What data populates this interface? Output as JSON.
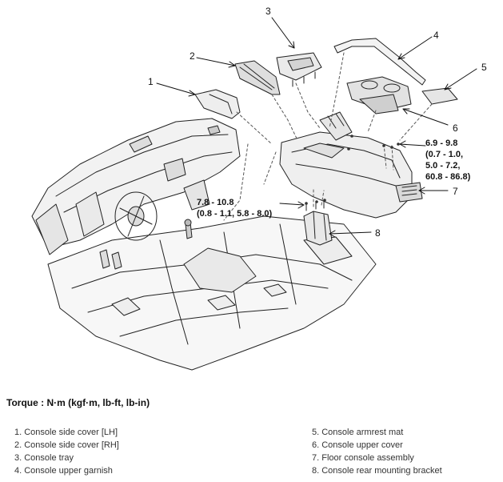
{
  "callouts": [
    "1",
    "2",
    "3",
    "4",
    "5",
    "6",
    "7",
    "8"
  ],
  "torque_notes": {
    "console_bolts": "6.9 - 9.8\n(0.7 - 1.0,\n5.0 - 7.2,\n60.8 - 86.8)",
    "bracket_bolts": "7.8 - 10.8\n(0.8 - 1.1, 5.8 - 8.0)"
  },
  "torque_title": "Torque : N·m (kgf·m, lb-ft, lb-in)",
  "legend": {
    "left": [
      "1. Console side cover [LH]",
      "2. Console side cover [RH]",
      "3. Console tray",
      "4. Console upper garnish"
    ],
    "right": [
      "5. Console armrest mat",
      "6. Console upper cover",
      "7. Floor console assembly",
      "8. Console rear mounting bracket"
    ]
  }
}
